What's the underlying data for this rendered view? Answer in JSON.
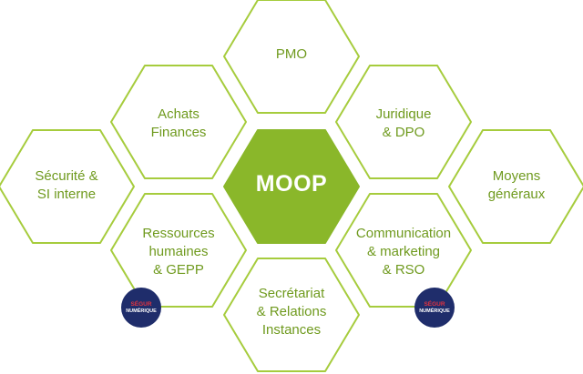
{
  "colors": {
    "stroke": "#a6cc3d",
    "text": "#6f9a1e",
    "center_fill": "#8ab72a",
    "center_text": "#ffffff",
    "badge_bg": "#1f2d6b",
    "badge_accent": "#e2333f"
  },
  "center": {
    "label": "MOOP"
  },
  "hexes": [
    {
      "id": "pmo",
      "label": "PMO"
    },
    {
      "id": "achats",
      "label": "Achats\nFinances"
    },
    {
      "id": "juridique",
      "label": "Juridique\n& DPO"
    },
    {
      "id": "securite",
      "label": "Sécurité &\nSI interne"
    },
    {
      "id": "moyens",
      "label": "Moyens\ngénéraux"
    },
    {
      "id": "rh",
      "label": "Ressources\nhumaines\n& GEPP"
    },
    {
      "id": "comm",
      "label": "Communication\n& marketing\n& RSO"
    },
    {
      "id": "secretariat",
      "label": "Secrétariat\n& Relations\nInstances"
    }
  ],
  "badge": {
    "top_text": "SÉGUR",
    "bottom_text": "NUMÉRIQUE"
  }
}
